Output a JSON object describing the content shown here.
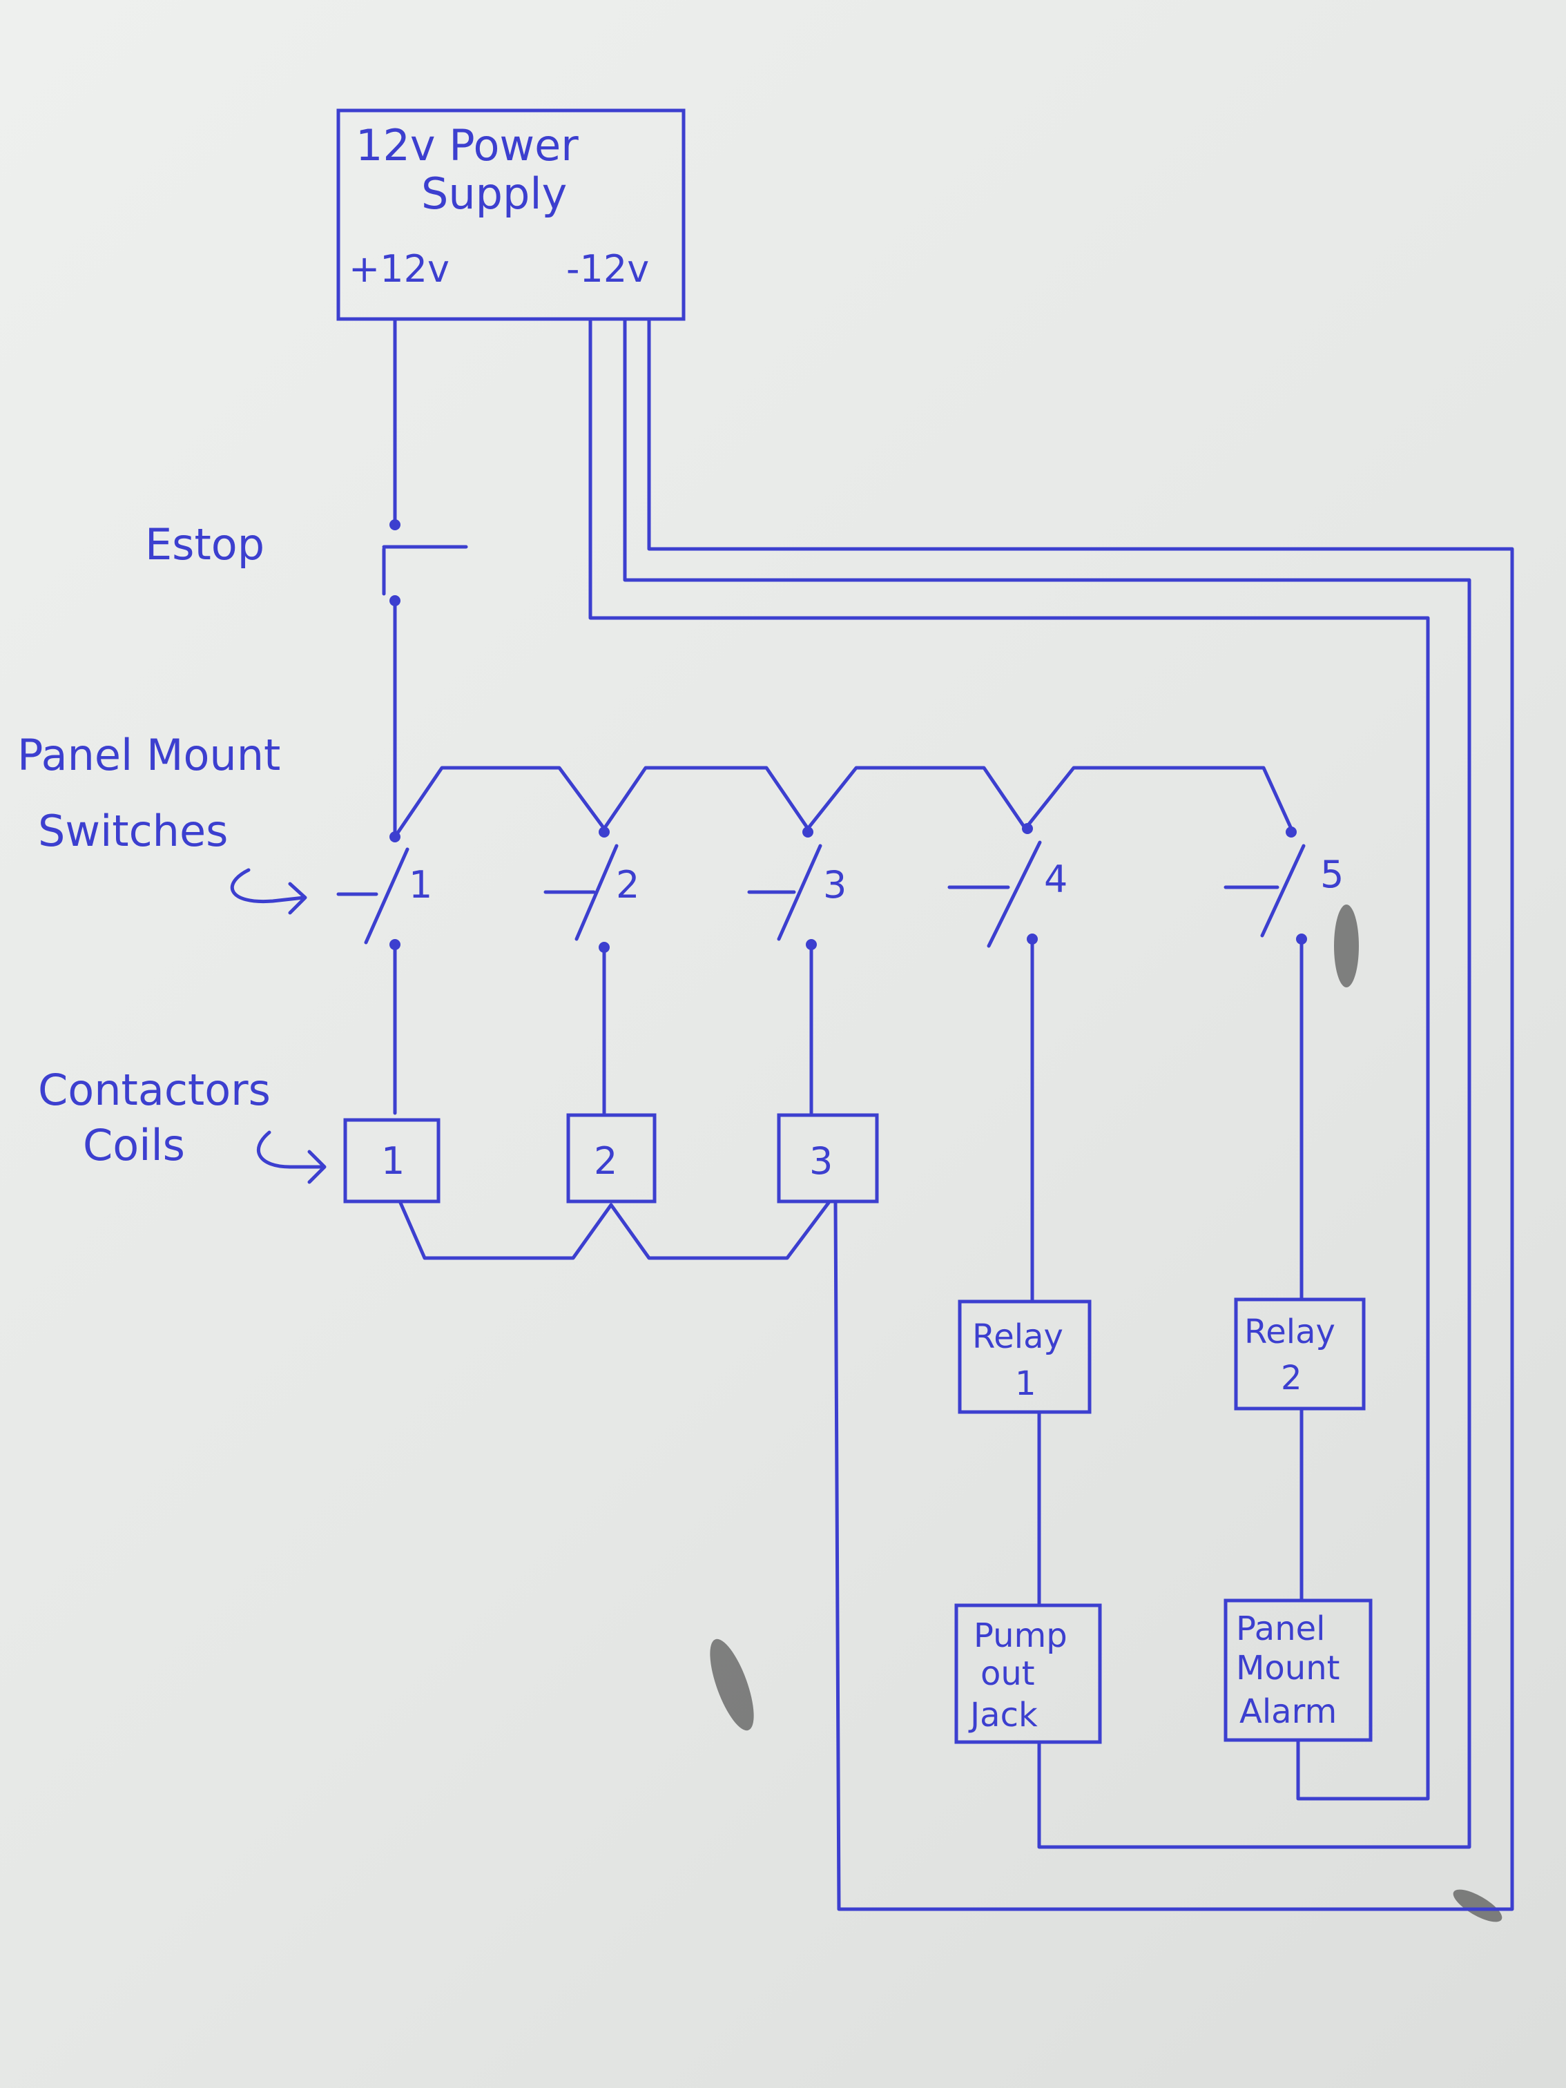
{
  "psu": {
    "title_line1": "12v Power",
    "title_line2": "Supply",
    "pos": "+12v",
    "neg": "-12v"
  },
  "estop": "Estop",
  "switches_label": {
    "line1": "Panel Mount",
    "line2": "Switches"
  },
  "switches": [
    "1",
    "2",
    "3",
    "4",
    "5"
  ],
  "coils_label": {
    "line1": "Contactors",
    "line2": "Coils"
  },
  "coils": [
    "1",
    "2",
    "3"
  ],
  "relays": [
    {
      "line1": "Relay",
      "line2": "1"
    },
    {
      "line1": "Relay",
      "line2": "2"
    }
  ],
  "pump": {
    "line1": "Pump",
    "line2": "out",
    "line3": "Jack"
  },
  "alarm": {
    "line1": "Panel",
    "line2": "Mount",
    "line3": "Alarm"
  },
  "ink_color": "#3c3fcf"
}
